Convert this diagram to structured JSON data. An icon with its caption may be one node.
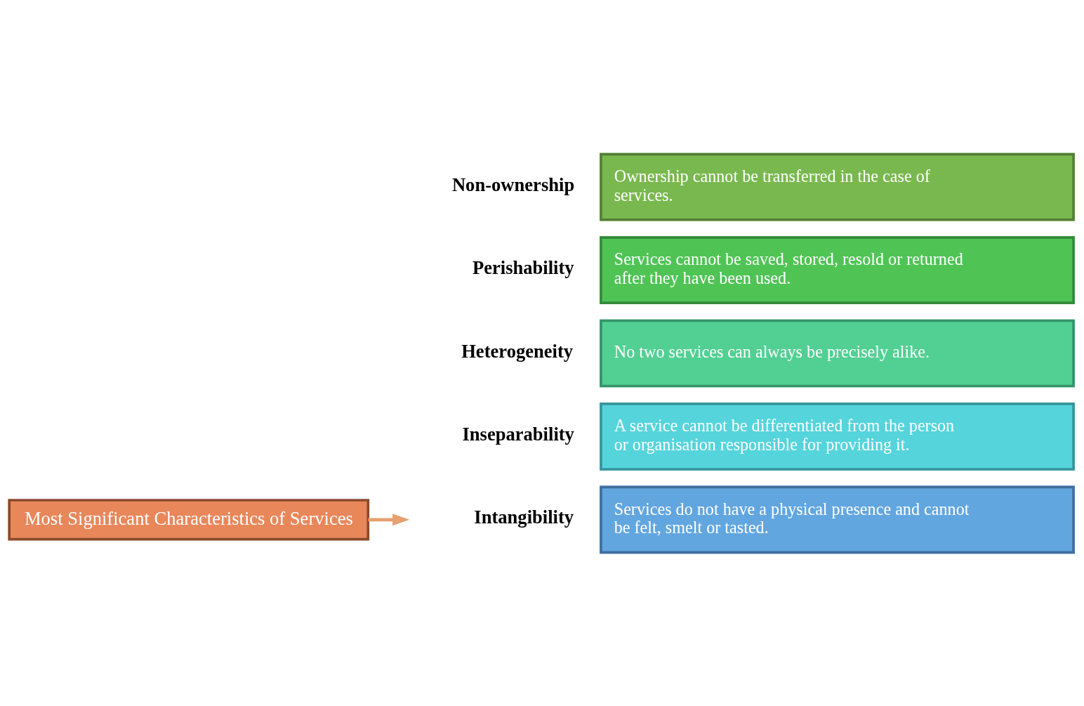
{
  "diagram": {
    "nodes": [
      {
        "text": [
          "Most Significant Characteristics of Services"
        ]
      },
      {
        "text": [
          "Services do not have a physical presence and cannot be felt, smelt or tasted."
        ],
        "beside": [
          "Intangibility"
        ]
      },
      {
        "text": [
          "A service cannot be differentiated from the person or organisation responsible for providing it."
        ],
        "beside": [
          "Inseparability"
        ]
      },
      {
        "text": [
          "No two services can always be precisely alike."
        ],
        "beside": [
          "Heterogeneity"
        ]
      },
      {
        "text": [
          "Services cannot be saved, stored, resold or returned after they have been used."
        ],
        "beside": [
          "Perishability"
        ]
      },
      {
        "text": [
          "Ownership cannot be transferred in the case of services."
        ],
        "beside": [
          "Non-ownership"
        ]
      }
    ],
    "edges": [
      {
        "from": 0,
        "to": 1,
        "arrow": "to"
      }
    ]
  }
}
